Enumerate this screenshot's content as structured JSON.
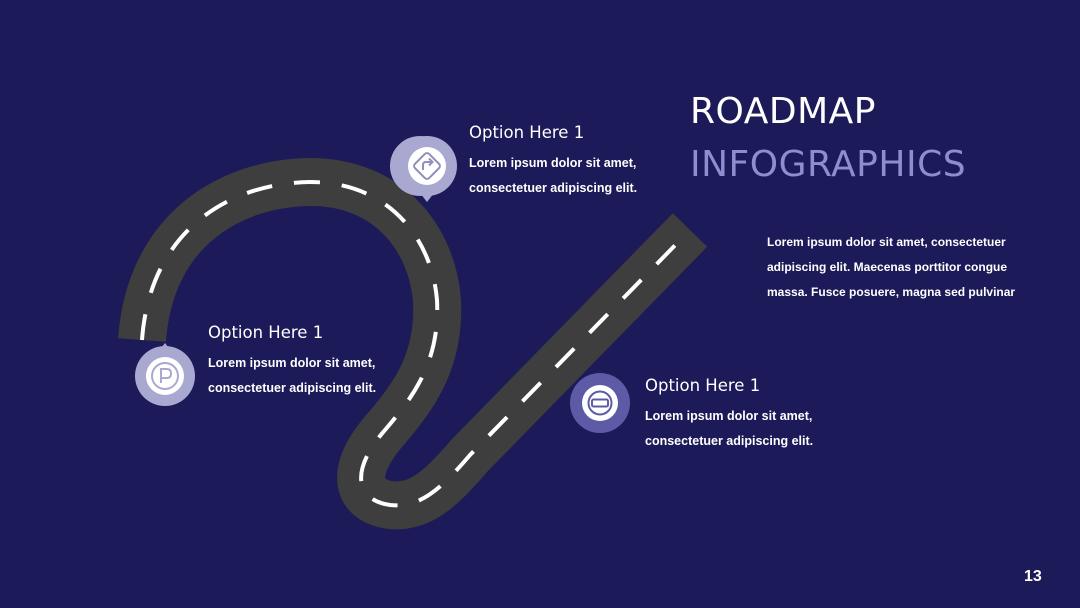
{
  "title": {
    "line1": "ROADMAP",
    "line2": "INFOGRAPHICS"
  },
  "intro": {
    "lines": [
      "Lorem ipsum dolor sit amet, consectetuer",
      "adipiscing elit. Maecenas porttitor congue",
      "massa. Fusce posuere, magna sed pulvinar"
    ]
  },
  "options": [
    {
      "title": "Option Here 1",
      "lines": [
        "Lorem ipsum dolor sit amet,",
        "consectetuer adipiscing elit."
      ],
      "icon": "turn-sign-icon"
    },
    {
      "title": "Option Here 1",
      "lines": [
        "Lorem ipsum dolor sit amet,",
        "consectetuer adipiscing elit."
      ],
      "icon": "parking-icon"
    },
    {
      "title": "Option Here 1",
      "lines": [
        "Lorem ipsum dolor sit amet,",
        "consectetuer adipiscing elit."
      ],
      "icon": "no-entry-icon"
    }
  ],
  "page_number": "13",
  "colors": {
    "background": "#1c1a58",
    "road": "#3e3e3e",
    "road_marking": "#ffffff",
    "marker_light": "#a8a8d0",
    "marker_dark": "#5d5ba6",
    "accent_text": "#8f8ccf"
  }
}
